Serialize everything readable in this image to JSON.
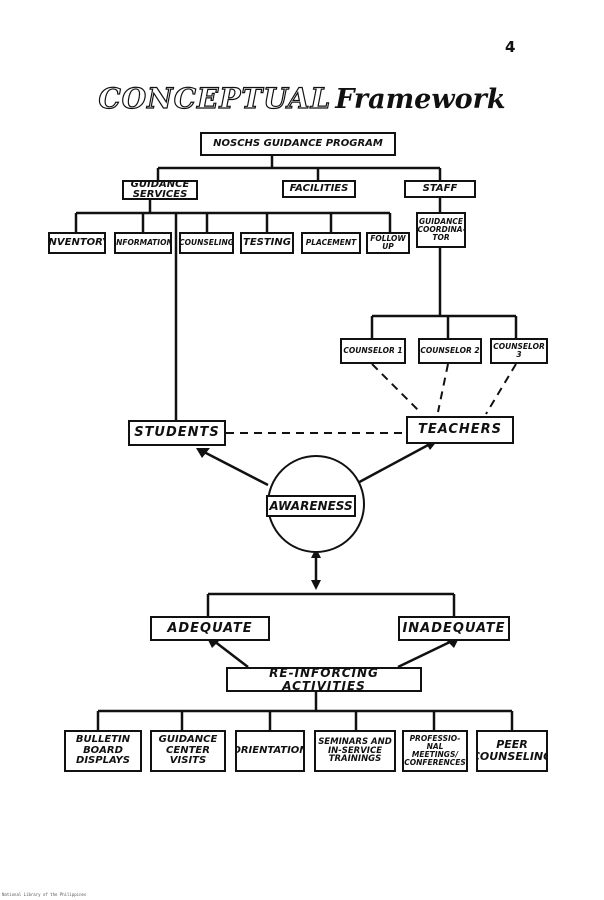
{
  "page_number": "4",
  "title": {
    "part1": "CONCEPTUAL",
    "part2": "Framework"
  },
  "program": "NOSCHS GUIDANCE PROGRAM",
  "components": [
    "GUIDANCE SERVICES",
    "FACILITIES",
    "STAFF"
  ],
  "services": [
    "INVENTORY",
    "INFORMATION",
    "COUNSELING",
    "TESTING",
    "PLACEMENT",
    "FOLLOW UP"
  ],
  "coordinator": "GUIDANCE COORDINA-TOR",
  "counselors": [
    "COUNSELOR 1",
    "COUNSELOR 2",
    "COUNSELOR 3"
  ],
  "students": "STUDENTS",
  "teachers": "TEACHERS",
  "awareness": "AWARENESS",
  "adequate": "ADEQUATE",
  "inadequate": "INADEQUATE",
  "reinforcing": "RE-INFORCING ACTIVITIES",
  "activities": [
    "BULLETIN BOARD DISPLAYS",
    "GUIDANCE CENTER VISITS",
    "ORIENTATION",
    "SEMINARS AND IN-SERVICE TRAININGS",
    "PROFESSIO-NAL MEETINGS/ CONFERENCES",
    "PEER COUNSELING"
  ],
  "footer": "National Library of the Philippines"
}
